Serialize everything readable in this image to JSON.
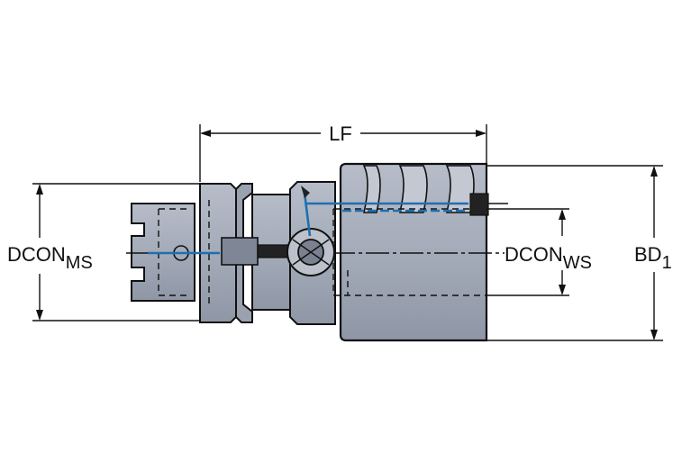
{
  "labels": {
    "lf": "LF",
    "dcon_ms_main": "DCON",
    "dcon_ms_sub": "MS",
    "dcon_ws_main": "DCON",
    "dcon_ws_sub": "WS",
    "bd_main": "BD",
    "bd_sub": "1"
  },
  "colors": {
    "body_fill": "#a9b0bd",
    "body_dark": "#8d94a3",
    "body_light": "#c9ced7",
    "outline": "#111111",
    "coolant": "#1f6fb0"
  }
}
